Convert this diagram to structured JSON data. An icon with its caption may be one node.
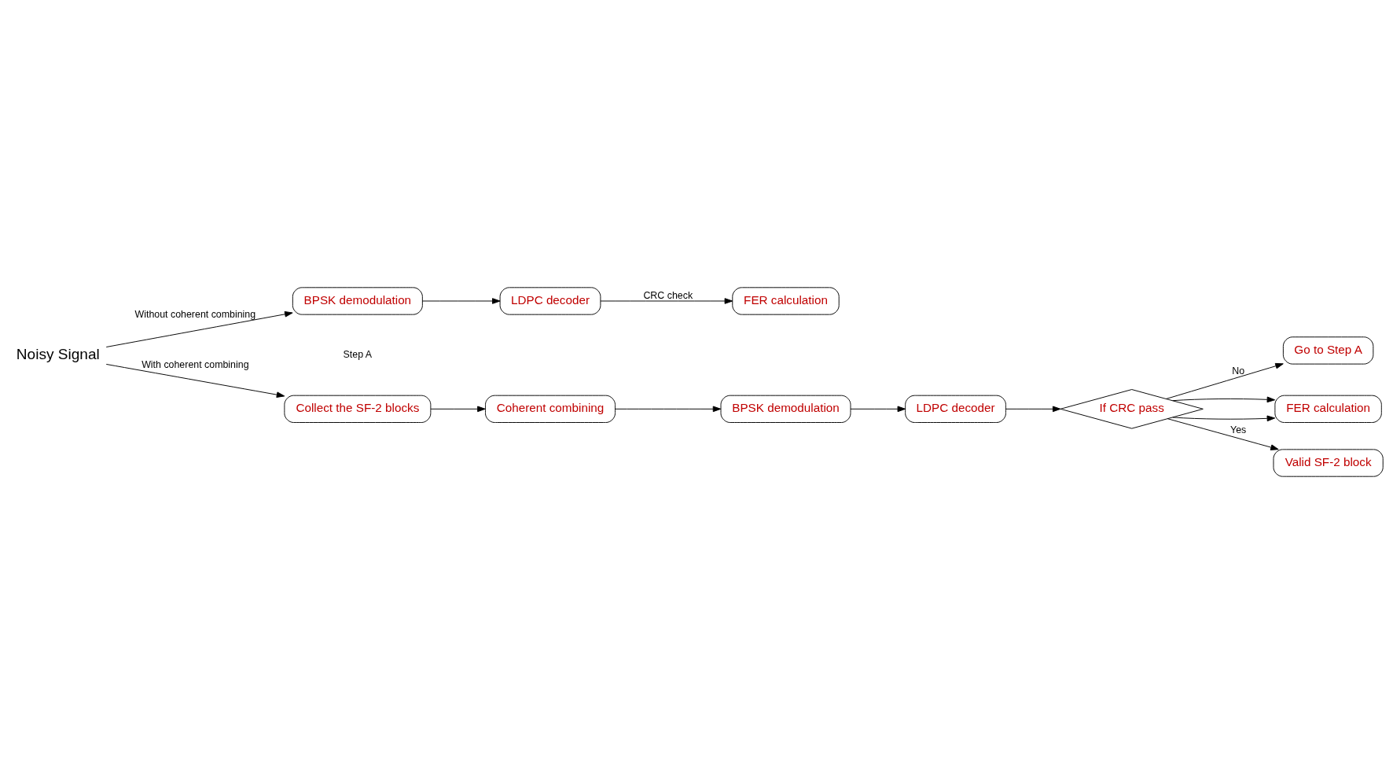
{
  "diagram": {
    "nodes": [
      {
        "text": [
          "Noisy Signal"
        ]
      },
      {
        "text": [
          "BPSK demodulation"
        ]
      },
      {
        "text": [
          "LDPC decoder"
        ]
      },
      {
        "text": [
          "FER calculation"
        ]
      },
      {
        "text": [
          "Collect the SF-2 blocks"
        ],
        "beside": [
          "Step A"
        ]
      },
      {
        "text": [
          "Coherent combining"
        ]
      },
      {
        "text": [
          "BPSK demodulation"
        ]
      },
      {
        "text": [
          "LDPC decoder"
        ]
      },
      {
        "text": [
          "If CRC pass"
        ]
      },
      {
        "text": [
          "Go to Step A"
        ]
      },
      {
        "text": [
          "FER calculation"
        ]
      },
      {
        "text": [
          "Valid SF-2 block"
        ]
      }
    ],
    "edges": [
      {
        "from": 0,
        "to": 1,
        "arrow": "to",
        "label": "Without coherent combining"
      },
      {
        "from": 0,
        "to": 4,
        "arrow": "to",
        "label": "With coherent combining"
      },
      {
        "from": 1,
        "to": 2,
        "arrow": "to"
      },
      {
        "from": 2,
        "to": 3,
        "arrow": "to",
        "label": "CRC check"
      },
      {
        "from": 4,
        "to": 5,
        "arrow": "to"
      },
      {
        "from": 5,
        "to": 6,
        "arrow": "to"
      },
      {
        "from": 6,
        "to": 7,
        "arrow": "to"
      },
      {
        "from": 7,
        "to": 8,
        "arrow": "to"
      },
      {
        "from": 8,
        "to": 9,
        "arrow": "to",
        "label": "No"
      },
      {
        "from": 8,
        "to": 10,
        "arrow": "to"
      },
      {
        "from": 8,
        "to": 10,
        "arrow": "to"
      },
      {
        "from": 8,
        "to": 11,
        "arrow": "to",
        "label": "Yes"
      }
    ]
  }
}
